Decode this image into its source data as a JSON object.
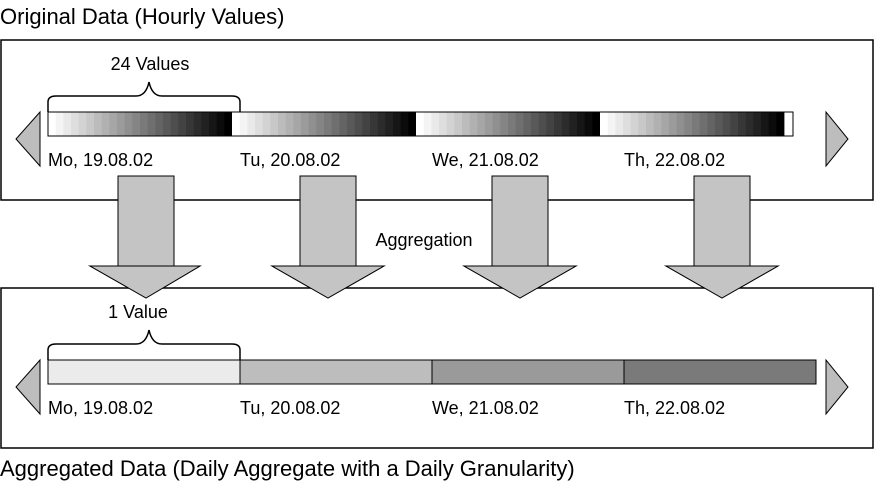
{
  "top_panel": {
    "title": "Original Data (Hourly Values)",
    "brace_label": "24 Values",
    "dates": [
      "Mo, 19.08.02",
      "Tu, 20.08.02",
      "We, 21.08.02",
      "Th, 22.08.02"
    ],
    "values_per_day": 24
  },
  "middle": {
    "label": "Aggregation"
  },
  "bottom_panel": {
    "title": "Aggregated Data (Daily Aggregate with a Daily Granularity)",
    "brace_label": "1 Value",
    "dates": [
      "Mo, 19.08.02",
      "Tu, 20.08.02",
      "We, 21.08.02",
      "Th, 22.08.02"
    ],
    "day_colors": [
      "#ebebeb",
      "#bdbdbd",
      "#9a9a9a",
      "#7a7a7a"
    ]
  }
}
